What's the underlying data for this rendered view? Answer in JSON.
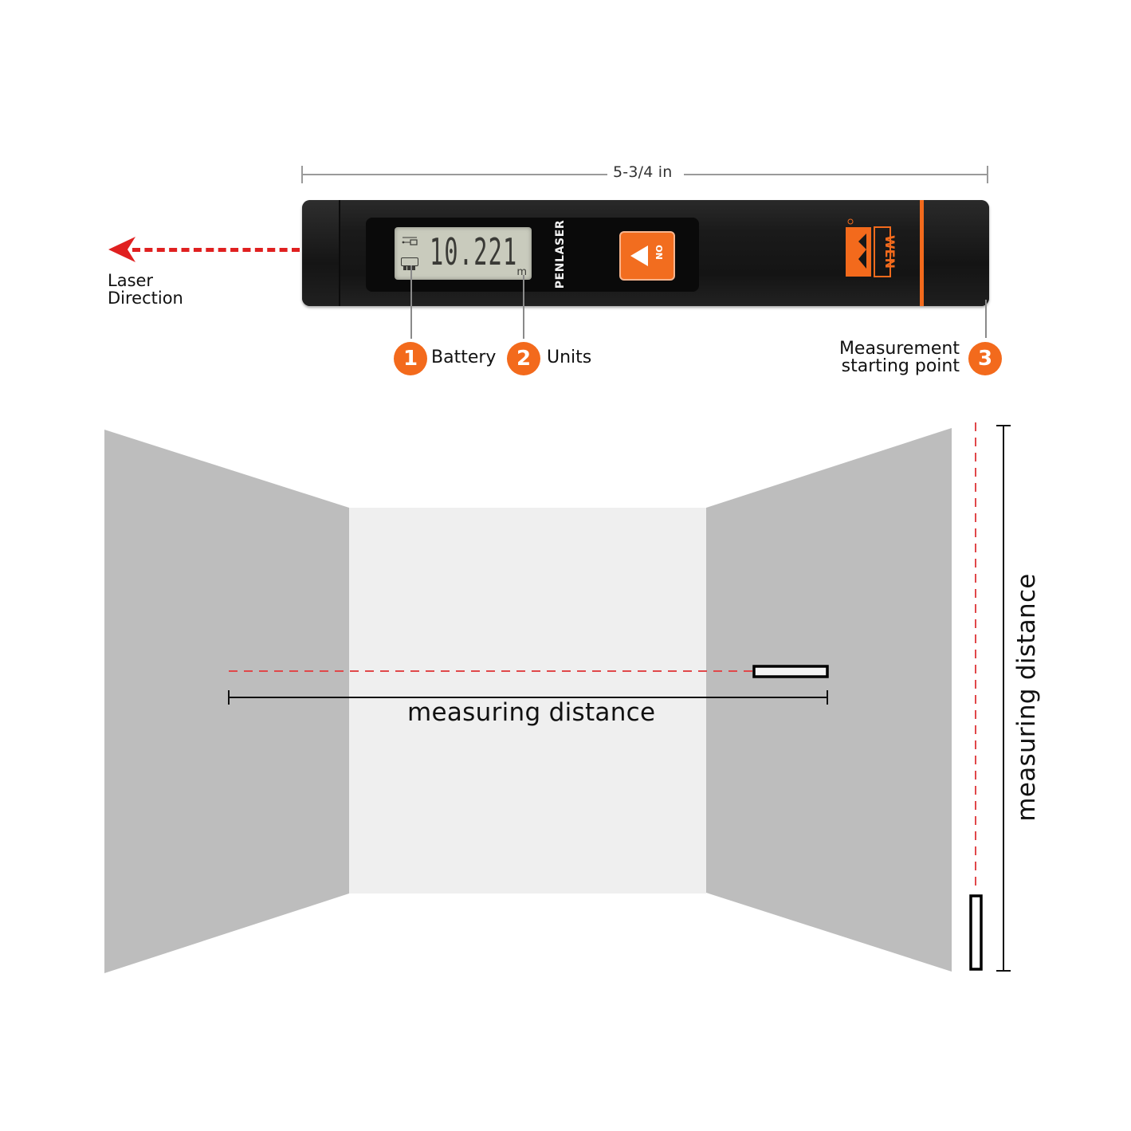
{
  "dimension": {
    "length_label": "5-3/4 in"
  },
  "device": {
    "lcd": {
      "reading": "10.221",
      "unit": "m"
    },
    "brand_text": "PENLASER",
    "button_label": "ON",
    "logo_text": "WEN",
    "colors": {
      "body": "#161616",
      "accent": "#f36a1c",
      "lcd": "#c9cbbd"
    }
  },
  "laser_direction": {
    "line1": "Laser",
    "line2": "Direction",
    "color": "#e02020"
  },
  "callouts": [
    {
      "number": "1",
      "label": "Battery"
    },
    {
      "number": "2",
      "label": "Units"
    },
    {
      "number": "3",
      "label_line1": "Measurement",
      "label_line2": "starting point"
    }
  ],
  "room": {
    "horizontal_label": "measuring distance",
    "vertical_label": "measuring distance",
    "colors": {
      "side_wall": "#bdbdbd",
      "back_wall": "#efefef",
      "laser": "#e0484a"
    }
  }
}
